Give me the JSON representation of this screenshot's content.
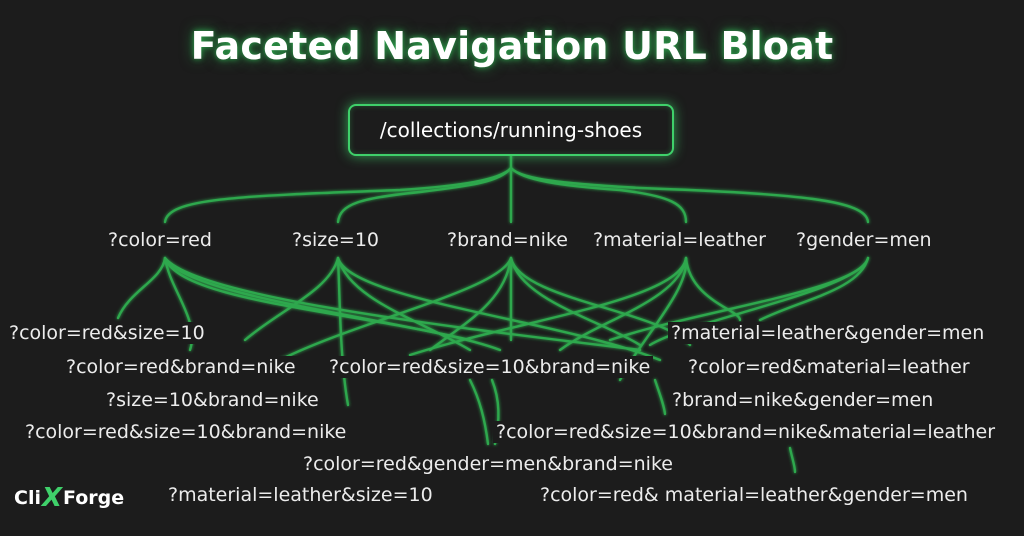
{
  "title": "Faceted Navigation URL Bloat",
  "root": "/collections/running-shoes",
  "level1": [
    "?color=red",
    "?size=10",
    "?brand=nike",
    "?material=leather",
    "?gender=men"
  ],
  "level2": [
    "?color=red&size=10",
    "?color=red&brand=nike",
    "?size=10&brand=nike",
    "?color=red&size=10&brand=nike",
    "?color=red&gender=men&brand=nike",
    "?material=leather&size=10",
    "?color=red&size=10&brand=nike",
    "?material=leather&gender=men",
    "?color=red&material=leather",
    "?brand=nike&gender=men",
    "?color=red&size=10&brand=nike&material=leather",
    "?color=red& material=leather&gender=men"
  ],
  "logo": {
    "part1": "Cli",
    "part2": "X",
    "part3": "Forge"
  },
  "colors": {
    "background": "#1c1c1c",
    "accent": "#3fd06a",
    "connector": "#2ea84e",
    "text": "#ececec"
  }
}
